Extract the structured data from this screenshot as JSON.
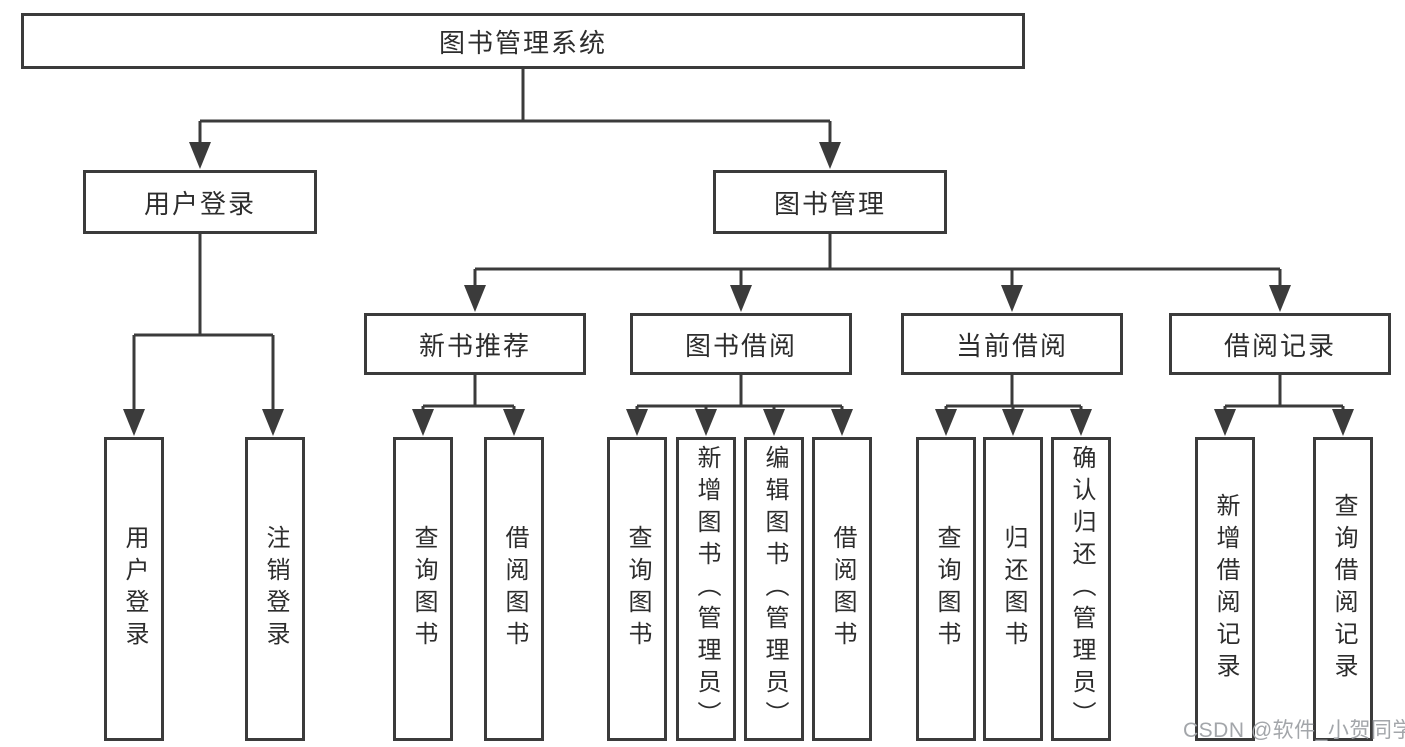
{
  "diagram_title": "图书管理系统",
  "watermark": "CSDN @软件_小贺同学",
  "colors": {
    "line": "#3b3b3b",
    "box_border": "#3b3b3b",
    "text": "#2d2d2d",
    "background": "#ffffff",
    "watermark_text": "#a3a6aa"
  },
  "nodes": {
    "root": {
      "label": "图书管理系统"
    },
    "user_login": {
      "label": "用户登录"
    },
    "book_mgmt": {
      "label": "图书管理"
    },
    "new_books": {
      "label": "新书推荐"
    },
    "book_borrow": {
      "label": "图书借阅"
    },
    "current_borrow": {
      "label": "当前借阅"
    },
    "borrow_records": {
      "label": "借阅记录"
    },
    "leaf_user_login": {
      "label": "用户登录"
    },
    "leaf_logout": {
      "label": "注销登录"
    },
    "leaf_nb_query": {
      "label": "查询图书"
    },
    "leaf_nb_borrow": {
      "label": "借阅图书"
    },
    "leaf_bb_query": {
      "label": "查询图书"
    },
    "leaf_bb_add": {
      "label": "新增图书（管理员）"
    },
    "leaf_bb_edit": {
      "label": "编辑图书（管理员）"
    },
    "leaf_bb_borrow": {
      "label": "借阅图书"
    },
    "leaf_cb_query": {
      "label": "查询图书"
    },
    "leaf_cb_return": {
      "label": "归还图书"
    },
    "leaf_cb_confirm": {
      "label": "确认归还（管理员）"
    },
    "leaf_br_add": {
      "label": "新增借阅记录"
    },
    "leaf_br_query": {
      "label": "查询借阅记录"
    }
  },
  "hierarchy": {
    "root": "图书管理系统",
    "children": [
      {
        "label": "用户登录",
        "children": [
          "用户登录",
          "注销登录"
        ]
      },
      {
        "label": "图书管理",
        "children": [
          {
            "label": "新书推荐",
            "children": [
              "查询图书",
              "借阅图书"
            ]
          },
          {
            "label": "图书借阅",
            "children": [
              "查询图书",
              "新增图书（管理员）",
              "编辑图书（管理员）",
              "借阅图书"
            ]
          },
          {
            "label": "当前借阅",
            "children": [
              "查询图书",
              "归还图书",
              "确认归还（管理员）"
            ]
          },
          {
            "label": "借阅记录",
            "children": [
              "新增借阅记录",
              "查询借阅记录"
            ]
          }
        ]
      }
    ]
  }
}
